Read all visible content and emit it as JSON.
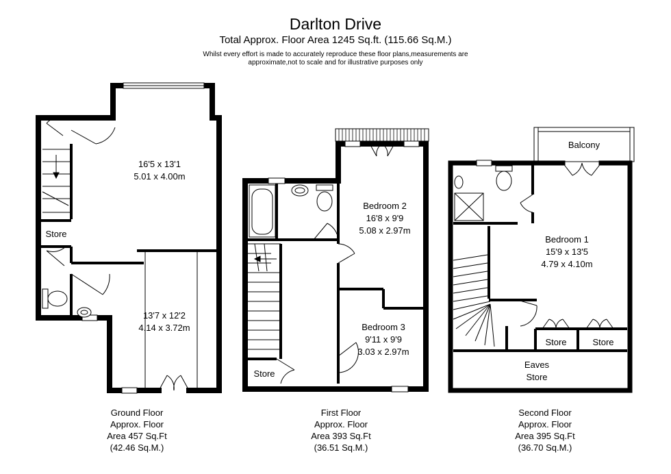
{
  "header": {
    "title": "Darlton Drive",
    "subtitle": "Total Approx. Floor Area 1245 Sq.ft. (115.66 Sq.M.)",
    "disclaimer_line1": "Whilst every effort is made to accurately reproduce these floor plans,measurements are",
    "disclaimer_line2": "approximate,not to scale and for illustrative purposes only"
  },
  "ground_floor": {
    "room1_dim_imperial": "16'5 x 13'1",
    "room1_dim_metric": "5.01 x 4.00m",
    "room2_dim_imperial": "13'7 x 12'2",
    "room2_dim_metric": "4.14 x 3.72m",
    "store_label": "Store",
    "caption": [
      "Ground Floor",
      "Approx. Floor",
      "Area 457 Sq.Ft",
      "(42.46 Sq.M.)"
    ]
  },
  "first_floor": {
    "bedroom2_name": "Bedroom 2",
    "bedroom2_dim_imperial": "16'8 x 9'9",
    "bedroom2_dim_metric": "5.08 x 2.97m",
    "bedroom3_name": "Bedroom 3",
    "bedroom3_dim_imperial": "9'11 x 9'9",
    "bedroom3_dim_metric": "3.03 x 2.97m",
    "store_label": "Store",
    "caption": [
      "First Floor",
      "Approx. Floor",
      "Area 393 Sq.Ft",
      "(36.51 Sq.M.)"
    ]
  },
  "second_floor": {
    "balcony_label": "Balcony",
    "bedroom1_name": "Bedroom 1",
    "bedroom1_dim_imperial": "15'9 x 13'5",
    "bedroom1_dim_metric": "4.79 x 4.10m",
    "store1_label": "Store",
    "store2_label": "Store",
    "eaves_line1": "Eaves",
    "eaves_line2": "Store",
    "caption": [
      "Second Floor",
      "Approx. Floor",
      "Area 395 Sq.Ft",
      "(36.70 Sq.M.)"
    ]
  }
}
